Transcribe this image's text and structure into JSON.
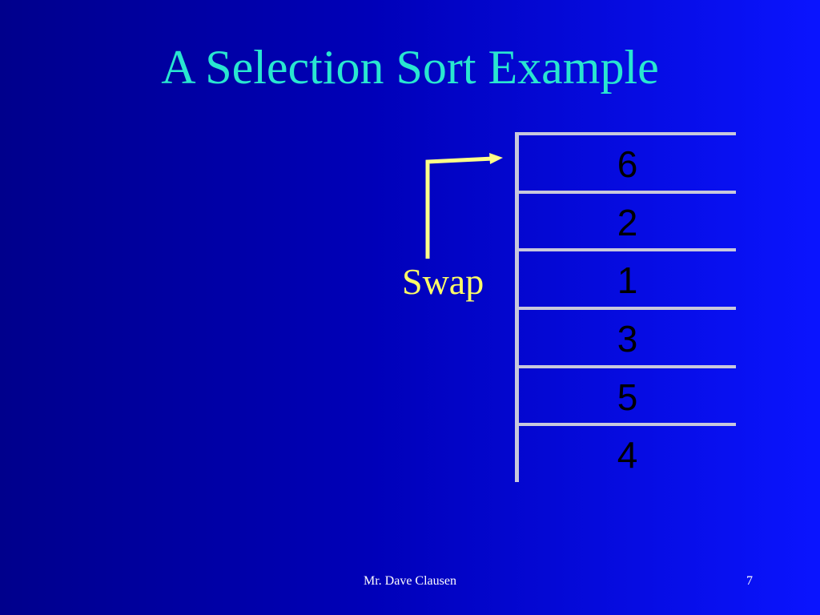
{
  "slide": {
    "title": "A Selection Sort Example",
    "swap_label": "Swap",
    "array_values": [
      "6",
      "2",
      "1",
      "3",
      "5",
      "4"
    ],
    "footer_author": "Mr. Dave Clausen",
    "page_number": "7",
    "colors": {
      "title": "#29e6d0",
      "swap": "#ffff66",
      "arrow": "#ffff88",
      "grid_lines": "#c8c8dc",
      "cell_text": "#000000",
      "background_left": "#00008c",
      "background_right": "#0a14ff"
    },
    "icons": [
      "swap-arrow-icon"
    ]
  }
}
